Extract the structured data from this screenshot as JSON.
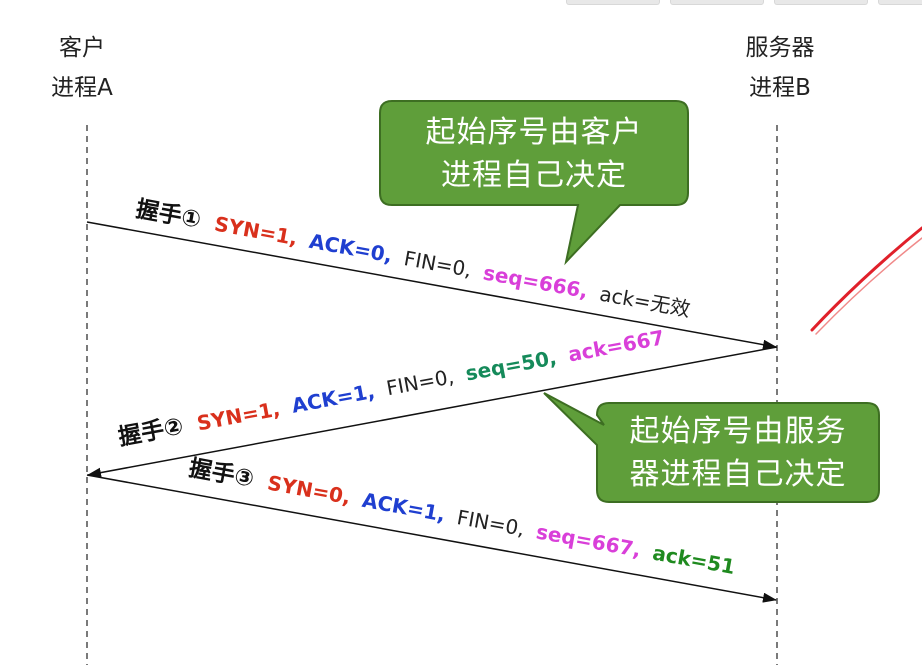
{
  "process_a": {
    "line1": "客户",
    "line2": "进程A"
  },
  "process_b": {
    "line1": "服务器",
    "line2": "进程B"
  },
  "callout_1": {
    "line1": "起始序号由客户",
    "line2": "进程自己决定"
  },
  "callout_2": {
    "line1": "起始序号由服务",
    "line2": "器进程自己决定"
  },
  "handshake_1": {
    "title": "握手①",
    "fields": [
      {
        "text": "SYN=1,",
        "color": "#d9301c",
        "bold": true
      },
      {
        "text": "ACK=0,",
        "color": "#1f3fd0",
        "bold": true
      },
      {
        "text": "FIN=0,",
        "color": "#222222",
        "bold": false
      },
      {
        "text": "seq=666,",
        "color": "#d93fd9",
        "bold": true
      },
      {
        "text": "ack=无效",
        "color": "#222222",
        "bold": false
      }
    ]
  },
  "handshake_2": {
    "title": "握手②",
    "fields": [
      {
        "text": "SYN=1,",
        "color": "#d9301c",
        "bold": true
      },
      {
        "text": "ACK=1,",
        "color": "#1f3fd0",
        "bold": true
      },
      {
        "text": "FIN=0,",
        "color": "#222222",
        "bold": false
      },
      {
        "text": "seq=50,",
        "color": "#158a5a",
        "bold": true
      },
      {
        "text": "ack=667",
        "color": "#d93fd9",
        "bold": true
      }
    ]
  },
  "handshake_3": {
    "title": "握手③",
    "fields": [
      {
        "text": "SYN=0,",
        "color": "#d9301c",
        "bold": true
      },
      {
        "text": "ACK=1,",
        "color": "#1f3fd0",
        "bold": true
      },
      {
        "text": "FIN=0,",
        "color": "#222222",
        "bold": false
      },
      {
        "text": "seq=667,",
        "color": "#d93fd9",
        "bold": true
      },
      {
        "text": "ack=51",
        "color": "#1f8a1f",
        "bold": true
      }
    ]
  },
  "colors": {
    "callout_fill": "#5f9e3a",
    "callout_border": "#3d6e22",
    "annotation_stroke": "#e0202a"
  }
}
